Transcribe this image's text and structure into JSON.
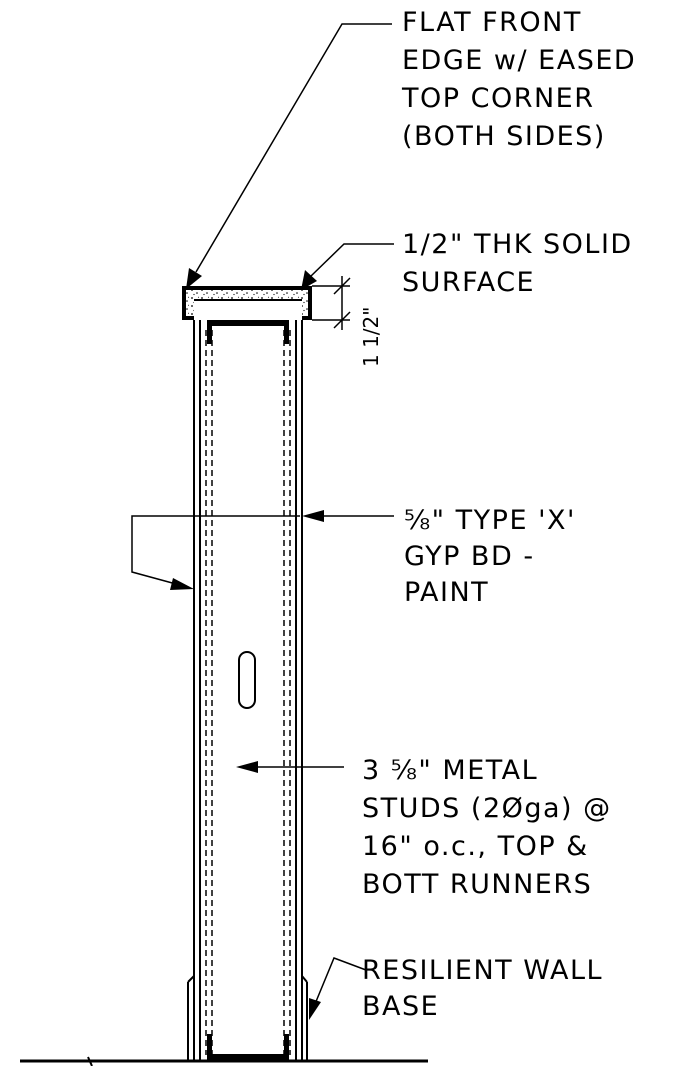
{
  "notes": {
    "front_edge": [
      "FLAT FRONT",
      "EDGE w/ EASED",
      "TOP CORNER",
      "(BOTH SIDES)"
    ],
    "solid_surface": [
      "1/2\" THK SOLID",
      "SURFACE"
    ],
    "gyp_board": [
      "⅝\" TYPE 'X'",
      "GYP BD -",
      "PAINT"
    ],
    "metal_studs": [
      "3 ⅝\" METAL",
      "STUDS (2Øga) @",
      "16\" o.c., TOP &",
      "BOTT RUNNERS"
    ],
    "wall_base": [
      "RESILIENT WALL",
      "BASE"
    ]
  },
  "dimension": {
    "cap_height": "1 1/2\""
  }
}
